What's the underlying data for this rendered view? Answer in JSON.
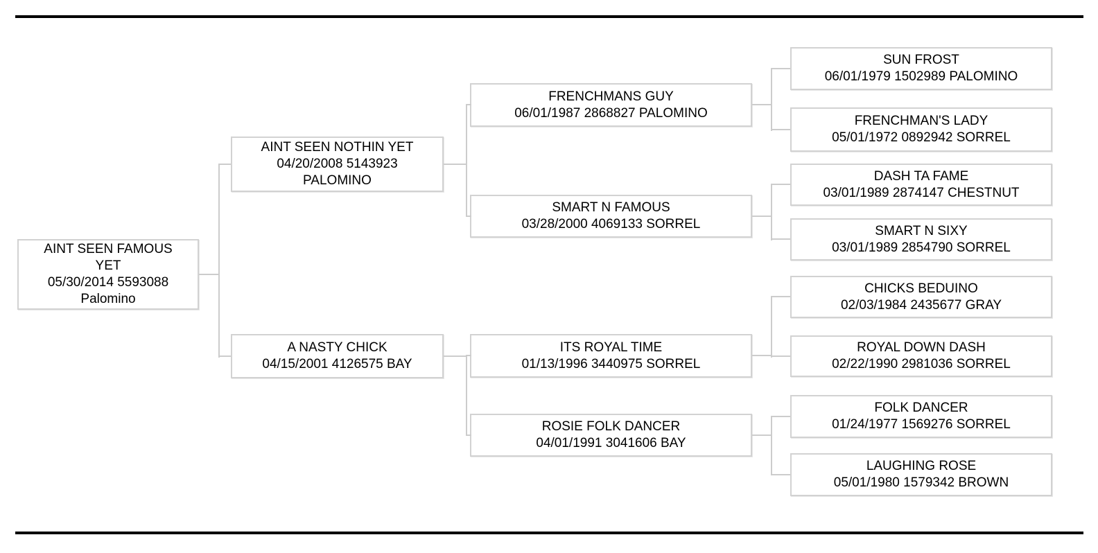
{
  "chart": {
    "kind": "horse-pedigree-tree",
    "generations": 4,
    "colors": {
      "background": "#ffffff",
      "box_border": "#d2d2d2",
      "connector": "#cccccc",
      "rule": "#000000",
      "text": "#000000"
    }
  },
  "nodes": {
    "subject": {
      "relation": "subject",
      "name": "AINT SEEN FAMOUS YET",
      "display_lines": [
        "AINT SEEN FAMOUS",
        "YET",
        "05/30/2014 5593088",
        "Palomino"
      ]
    },
    "sire": {
      "relation": "sire",
      "name": "AINT SEEN NOTHIN YET",
      "display_lines": [
        "AINT SEEN NOTHIN YET",
        "04/20/2008 5143923",
        "PALOMINO"
      ]
    },
    "dam": {
      "relation": "dam",
      "name": "A NASTY CHICK",
      "display_lines": [
        "A NASTY CHICK",
        "04/15/2001 4126575 BAY"
      ]
    },
    "sire_sire": {
      "relation": "sire's sire",
      "name": "FRENCHMANS GUY",
      "display_lines": [
        "FRENCHMANS GUY",
        "06/01/1987 2868827 PALOMINO"
      ]
    },
    "sire_dam": {
      "relation": "sire's dam",
      "name": "SMART N FAMOUS",
      "display_lines": [
        "SMART N FAMOUS",
        "03/28/2000 4069133 SORREL"
      ]
    },
    "dam_sire": {
      "relation": "dam's sire",
      "name": "ITS ROYAL TIME",
      "display_lines": [
        "ITS ROYAL TIME",
        "01/13/1996 3440975 SORREL"
      ]
    },
    "dam_dam": {
      "relation": "dam's dam",
      "name": "ROSIE FOLK DANCER",
      "display_lines": [
        "ROSIE FOLK DANCER",
        "04/01/1991 3041606 BAY"
      ]
    },
    "sire_sire_sire": {
      "relation": "sire's sire's sire",
      "name": "SUN FROST",
      "display_lines": [
        "SUN FROST",
        "06/01/1979 1502989 PALOMINO"
      ]
    },
    "sire_sire_dam": {
      "relation": "sire's sire's dam",
      "name": "FRENCHMAN'S LADY",
      "display_lines": [
        "FRENCHMAN'S LADY",
        "05/01/1972 0892942 SORREL"
      ]
    },
    "sire_dam_sire": {
      "relation": "sire's dam's sire",
      "name": "DASH TA FAME",
      "display_lines": [
        "DASH TA FAME",
        "03/01/1989 2874147 CHESTNUT"
      ]
    },
    "sire_dam_dam": {
      "relation": "sire's dam's dam",
      "name": "SMART N SIXY",
      "display_lines": [
        "SMART N SIXY",
        "03/01/1989 2854790 SORREL"
      ]
    },
    "dam_sire_sire": {
      "relation": "dam's sire's sire",
      "name": "CHICKS BEDUINO",
      "display_lines": [
        "CHICKS BEDUINO",
        "02/03/1984 2435677 GRAY"
      ]
    },
    "dam_sire_dam": {
      "relation": "dam's sire's dam",
      "name": "ROYAL DOWN DASH",
      "display_lines": [
        "ROYAL DOWN DASH",
        "02/22/1990 2981036 SORREL"
      ]
    },
    "dam_dam_sire": {
      "relation": "dam's dam's sire",
      "name": "FOLK DANCER",
      "display_lines": [
        "FOLK DANCER",
        "01/24/1977 1569276 SORREL"
      ]
    },
    "dam_dam_dam": {
      "relation": "dam's dam's dam",
      "name": "LAUGHING ROSE",
      "display_lines": [
        "LAUGHING ROSE",
        "05/01/1980 1579342 BROWN"
      ]
    }
  }
}
